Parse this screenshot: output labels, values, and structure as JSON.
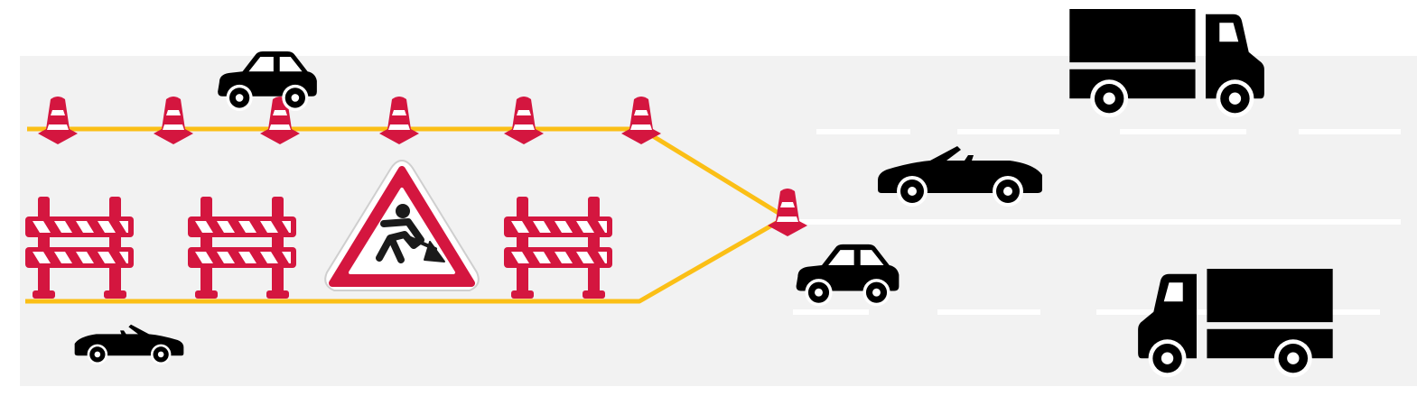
{
  "colors": {
    "background": "#ffffff",
    "road": "#f2f2f2",
    "lane_dash": "#ffffff",
    "construction_line": "#fbbf16",
    "cone_red": "#d4163f",
    "barrier_red": "#d4163f",
    "barrier_stripe": "#ffffff",
    "sign_red": "#d4163f",
    "vehicle": "#000000"
  },
  "icons": {
    "cone": "traffic-cone-icon",
    "barrier": "road-barrier-icon",
    "sign": "road-works-warning-sign-icon",
    "car": "sedan-car-icon",
    "convertible": "convertible-car-icon",
    "truck": "box-truck-icon"
  },
  "scene": {
    "cone_count": 7,
    "barrier_count": 3,
    "vehicles": [
      "sedan",
      "sedan",
      "convertible",
      "convertible",
      "truck",
      "truck"
    ]
  }
}
